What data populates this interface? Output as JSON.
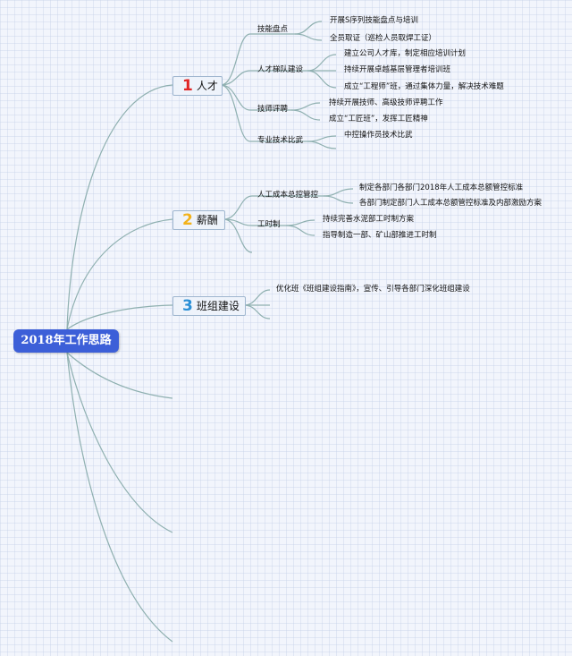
{
  "diagram": {
    "root": "2018年工作思路",
    "branches": [
      {
        "number": "1",
        "number_color": "#e02626",
        "title": "人才",
        "children": [
          {
            "label": "技能盘点",
            "items": [
              "开展S序列技能盘点与培训",
              "全员取证（巡检人员取焊工证）"
            ]
          },
          {
            "label": "人才梯队建设",
            "items": [
              "建立公司人才库，制定相应培训计划",
              "持续开展卓越基层管理者培训班",
              "成立“工程师”班，通过集体力量，解决技术难题"
            ]
          },
          {
            "label": "技师评聘",
            "items": [
              "持续开展技师、高级技师评聘工作",
              "成立“工匠班”，发挥工匠精神"
            ]
          },
          {
            "label": "专业技术比武",
            "items": [
              "中控操作员技术比武"
            ]
          }
        ]
      },
      {
        "number": "2",
        "number_color": "#f2b21b",
        "title": "薪酬",
        "children": [
          {
            "label": "人工成本总控管控",
            "items": [
              "制定各部门各部门2018年人工成本总额管控标准",
              "各部门制定部门人工成本总额管控标准及内部激励方案"
            ]
          },
          {
            "label": "工时制",
            "items": [
              "持续完善水泥部工时制方案",
              "指导制造一部、矿山部推进工时制"
            ]
          }
        ]
      },
      {
        "number": "3",
        "number_color": "#2a8fd6",
        "title": "班组建设",
        "children": [
          {
            "label": "",
            "items": [
              "优化班《班组建设指南》，宣传、引导各部门深化班组建设"
            ]
          }
        ]
      }
    ]
  }
}
